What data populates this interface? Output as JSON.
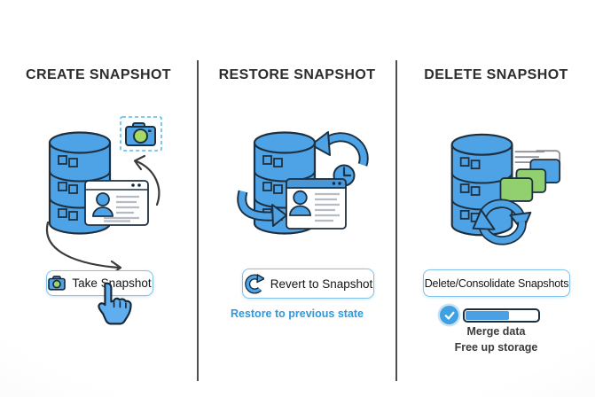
{
  "colors": {
    "db_blue": "#4da3e6",
    "lens_green": "#a5d964",
    "card_green": "#92d06f",
    "caption_blue": "#2e98da",
    "outline_dark": "#1e3040",
    "button_border": "#82c2ec",
    "progress_fill": "#4aa0e4",
    "title_text": "#2d2d2d"
  },
  "panels": [
    {
      "id": "create",
      "title": "CREATE SNAPSHOT",
      "button_label": "Take Snapshot"
    },
    {
      "id": "restore",
      "title": "RESTORE SNAPSHOT",
      "button_label": "Revert to Snapshot",
      "caption": "Restore to previous state"
    },
    {
      "id": "delete",
      "title": "DELETE SNAPSHOT",
      "button_label": "Delete/Consolidate Snapshots",
      "caption_lines": [
        "Merge data",
        "Free up storage"
      ],
      "progress_percent": 60
    }
  ]
}
